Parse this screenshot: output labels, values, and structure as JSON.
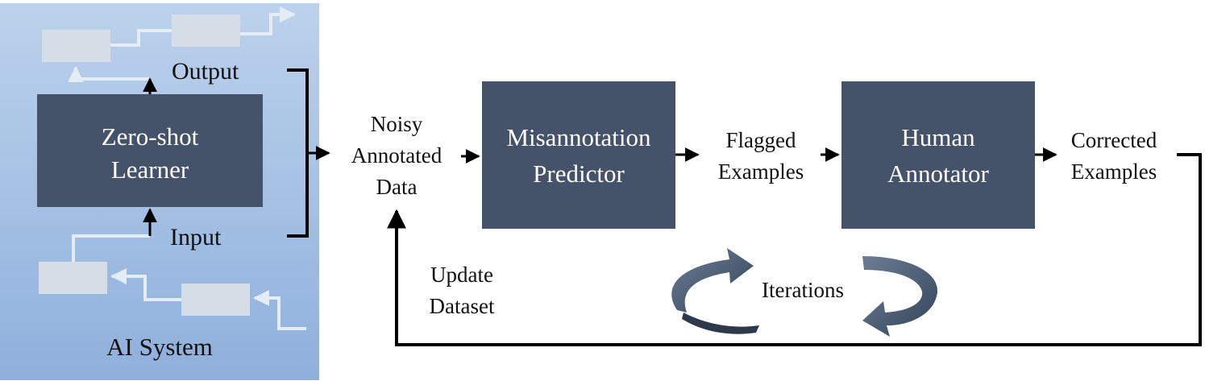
{
  "ai_system": {
    "label": "AI System",
    "learner_line1": "Zero-shot",
    "learner_line2": "Learner",
    "output_label": "Output",
    "input_label": "Input"
  },
  "stages": {
    "noisy_line1": "Noisy",
    "noisy_line2": "Annotated",
    "noisy_line3": "Data",
    "predictor_line1": "Misannotation",
    "predictor_line2": "Predictor",
    "flagged_line1": "Flagged",
    "flagged_line2": "Examples",
    "human_line1": "Human",
    "human_line2": "Annotator",
    "corrected_line1": "Corrected",
    "corrected_line2": "Examples"
  },
  "loop": {
    "update_line1": "Update",
    "update_line2": "Dataset",
    "iterations_label": "Iterations"
  },
  "colors": {
    "panel_top": "#bcd2ec",
    "panel_bottom": "#8fb0dc",
    "dark_box": "#44536a",
    "light_box": "#d5dde7",
    "ghost_line": "#e4ecf6",
    "arrow": "#000000",
    "cycle_arrow": "#3d4f66"
  }
}
